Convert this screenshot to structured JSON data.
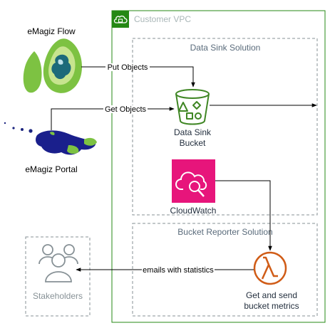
{
  "vpc": {
    "label": "Customer VPC",
    "border_color": "#248814",
    "text_color": "#aab7b8"
  },
  "groups": {
    "data_sink": {
      "label": "Data Sink Solution"
    },
    "bucket_reporter": {
      "label": "Bucket Reporter Solution"
    }
  },
  "nodes": {
    "emagiz_flow": {
      "label": "eMagiz Flow",
      "icon": "emagiz-flow-logo"
    },
    "emagiz_portal": {
      "label": "eMagiz Portal",
      "icon": "emagiz-portal-logo"
    },
    "bucket": {
      "label_line1": "Data Sink",
      "label_line2": "Bucket",
      "icon": "s3-bucket-icon",
      "color": "#3f8624"
    },
    "cloudwatch": {
      "label": "CloudWatch",
      "icon": "cloudwatch-icon",
      "color": "#e7157b"
    },
    "lambda": {
      "label_line1": "Get and send",
      "label_line2": "bucket metrics",
      "icon": "lambda-icon",
      "color": "#d05c17"
    },
    "stakeholders": {
      "label": "Stakeholders",
      "icon": "users-icon",
      "text_color": "#879196"
    }
  },
  "edges": {
    "put_objects": {
      "label": "Put Objects"
    },
    "get_objects": {
      "label": "Get Objects"
    },
    "emails": {
      "label": "emails with statistics"
    }
  }
}
